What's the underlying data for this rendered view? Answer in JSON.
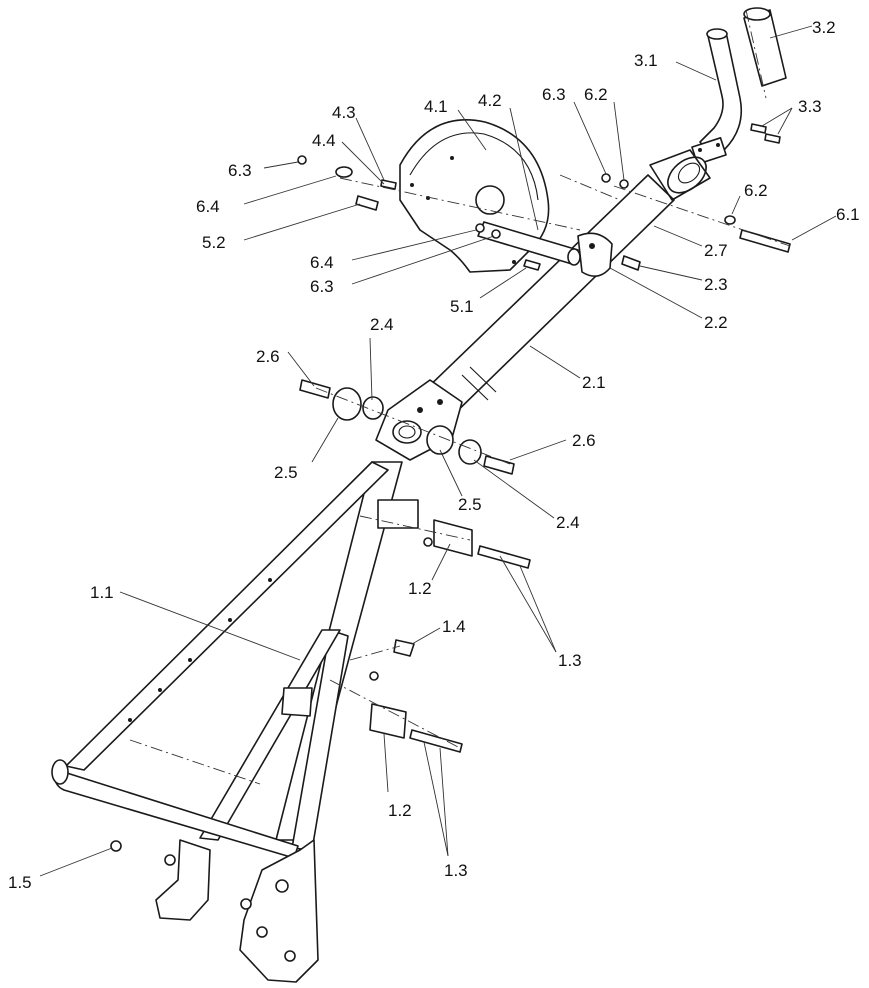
{
  "callouts": {
    "p3_2": "3.2",
    "p3_1": "3.1",
    "p4_1": "4.1",
    "p4_2": "4.2",
    "p6_3a": "6.3",
    "p6_2a": "6.2",
    "p3_3": "3.3",
    "p4_3": "4.3",
    "p4_4": "4.4",
    "p6_3b": "6.3",
    "p6_4a": "6.4",
    "p5_2": "5.2",
    "p6_2b": "6.2",
    "p6_1": "6.1",
    "p6_4b": "6.4",
    "p6_3c": "6.3",
    "p2_7": "2.7",
    "p2_3": "2.3",
    "p5_1": "5.1",
    "p2_2": "2.2",
    "p2_4a": "2.4",
    "p2_6a": "2.6",
    "p2_1": "2.1",
    "p2_6b": "2.6",
    "p2_5a": "2.5",
    "p2_5b": "2.5",
    "p2_4b": "2.4",
    "p1_2a": "1.2",
    "p1_1": "1.1",
    "p1_4": "1.4",
    "p1_3a": "1.3",
    "p1_2b": "1.2",
    "p1_3b": "1.3",
    "p1_5": "1.5"
  }
}
